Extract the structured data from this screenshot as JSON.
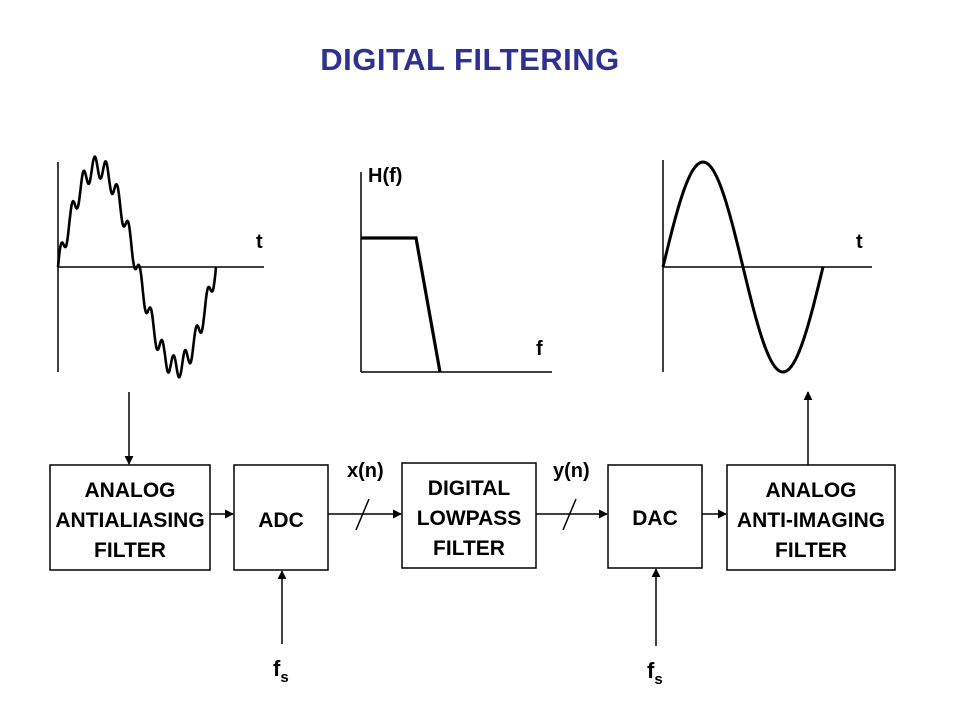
{
  "title": "DIGITAL FILTERING",
  "colors": {
    "title": "#2e3192",
    "line": "#000000"
  },
  "plots": {
    "input_signal": {
      "t_label": "t"
    },
    "filter_response": {
      "h_label": "H(f)",
      "f_label": "f"
    },
    "output_signal": {
      "t_label": "t"
    }
  },
  "blocks": {
    "antialiasing": {
      "line1": "ANALOG",
      "line2": "ANTIALIASING",
      "line3": "FILTER"
    },
    "adc": {
      "label": "ADC"
    },
    "lowpass": {
      "line1": "DIGITAL",
      "line2": "LOWPASS",
      "line3": "FILTER"
    },
    "dac": {
      "label": "DAC"
    },
    "antiimaging": {
      "line1": "ANALOG",
      "line2": "ANTI-IMAGING",
      "line3": "FILTER"
    }
  },
  "signals": {
    "x": "x(n)",
    "y": "y(n)",
    "fs_adc": {
      "base": "f",
      "sub": "s"
    },
    "fs_dac": {
      "base": "f",
      "sub": "s"
    }
  }
}
